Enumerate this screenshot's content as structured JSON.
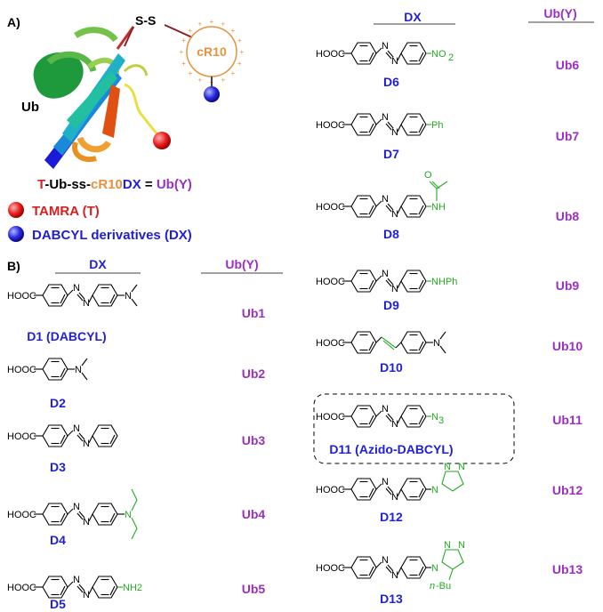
{
  "panel_a": {
    "label": "A)",
    "ub_label": "Ub",
    "disulfide": "S-S",
    "cr10": "cR10",
    "formula": {
      "t": "T",
      "ub_ss": "-Ub-ss-",
      "cr10": "cR10",
      "dx": "DX",
      "eq": " = ",
      "uby": "Ub(Y)"
    },
    "legend": [
      {
        "text": "TAMRA (T)",
        "color": "#d42020"
      },
      {
        "text": "DABCYL derivatives (DX)",
        "color": "#1f1fd6"
      }
    ]
  },
  "panel_b": {
    "label": "B)",
    "header_dx": "DX",
    "header_uby": "Ub(Y)",
    "rows": [
      {
        "name": "D1 (DABCYL)",
        "ub": "Ub1"
      },
      {
        "name": "D2",
        "ub": "Ub2"
      },
      {
        "name": "D3",
        "ub": "Ub3"
      },
      {
        "name": "D4",
        "ub": "Ub4"
      },
      {
        "name": "D5",
        "ub": "Ub5"
      }
    ]
  },
  "right": {
    "header_dx": "DX",
    "header_uby": "Ub(Y)",
    "rows": [
      {
        "name": "D6",
        "ub": "Ub6",
        "sub": "NO2"
      },
      {
        "name": "D7",
        "ub": "Ub7",
        "sub": "Ph"
      },
      {
        "name": "D8",
        "ub": "Ub8",
        "sub": "NH"
      },
      {
        "name": "D9",
        "ub": "Ub9",
        "sub": "NHPh"
      },
      {
        "name": "D10",
        "ub": "Ub10"
      },
      {
        "name": "D11 (Azido-DABCYL)",
        "ub": "Ub11",
        "sub": "N3"
      },
      {
        "name": "D12",
        "ub": "Ub12"
      },
      {
        "name": "D13",
        "ub": "Ub13",
        "sub": "n-Bu"
      }
    ]
  },
  "atoms": {
    "cooh": "HOOC",
    "n": "N",
    "o": "O",
    "nh2": "NH2",
    "ph": "Ph",
    "nhph": "NHPh"
  }
}
